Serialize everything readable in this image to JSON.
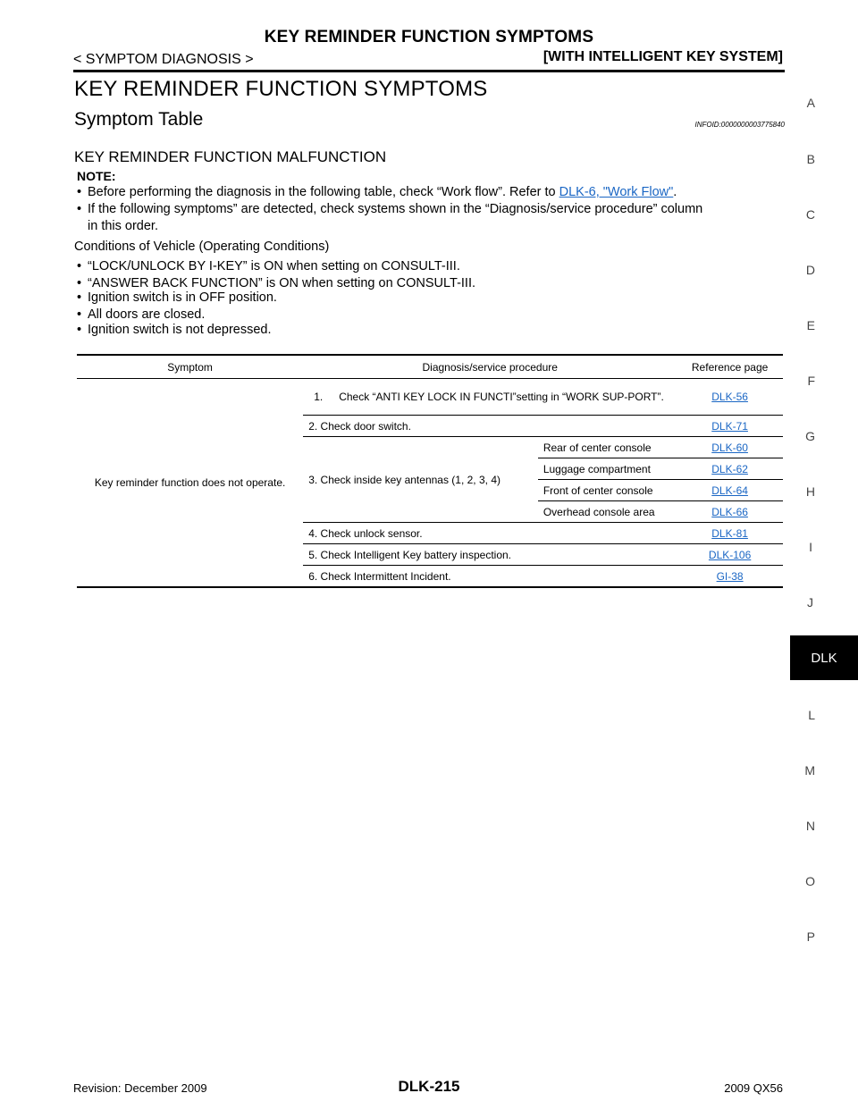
{
  "header": {
    "title": "KEY REMINDER FUNCTION SYMPTOMS",
    "left": "< SYMPTOM DIAGNOSIS >",
    "right": "[WITH INTELLIGENT KEY SYSTEM]"
  },
  "main": {
    "heading": "KEY REMINDER FUNCTION SYMPTOMS",
    "subheading": "Symptom Table",
    "infoid": "INFOID:0000000003775840",
    "section": "KEY REMINDER FUNCTION MALFUNCTION",
    "note_label": "NOTE:",
    "note1_pre": "Before performing the diagnosis in the following table, check “Work flow”. Refer to ",
    "note1_link": "DLK-6, \"Work Flow\"",
    "note1_post": ".",
    "note2_line1": "If the following symptoms” are detected, check systems shown in the “Diagnosis/service procedure” column",
    "note2_line2": "in this order.",
    "conditions_head": "Conditions of Vehicle (Operating Conditions)",
    "conditions": [
      "“LOCK/UNLOCK BY I-KEY” is ON when setting on CONSULT-III.",
      "“ANSWER BACK FUNCTION” is ON when setting on CONSULT-III.",
      "Ignition switch is in OFF position.",
      "All doors are closed.",
      "Ignition switch is not depressed."
    ]
  },
  "table": {
    "headers": [
      "Symptom",
      "Diagnosis/service procedure",
      "Reference page"
    ],
    "symptom": "Key reminder function does not operate.",
    "rows": {
      "r1_num": "1.",
      "r1_text": "Check “ANTI KEY LOCK IN FUNCTI”setting in “WORK SUP-PORT”.",
      "r1_ref": "DLK-56",
      "r2_text": "2.  Check door switch.",
      "r2_ref": "DLK-71",
      "r3_text": "3.  Check inside key antennas (1, 2, 3, 4)",
      "r3_sub": [
        {
          "loc": "Rear of center console",
          "ref": "DLK-60"
        },
        {
          "loc": "Luggage compartment",
          "ref": "DLK-62"
        },
        {
          "loc": "Front of center console",
          "ref": "DLK-64"
        },
        {
          "loc": "Overhead console area",
          "ref": "DLK-66"
        }
      ],
      "r4_text": "4.  Check unlock sensor.",
      "r4_ref": "DLK-81",
      "r5_text": "5.  Check Intelligent Key battery inspection.",
      "r5_ref": "DLK-106",
      "r6_text": "6.  Check Intermittent Incident.",
      "r6_ref": "GI-38"
    }
  },
  "side_index": [
    "A",
    "B",
    "C",
    "D",
    "E",
    "F",
    "G",
    "H",
    "I",
    "J",
    "DLK",
    "L",
    "M",
    "N",
    "O",
    "P"
  ],
  "footer": {
    "left": "Revision: December 2009",
    "center": "DLK-215",
    "right": "2009 QX56"
  }
}
